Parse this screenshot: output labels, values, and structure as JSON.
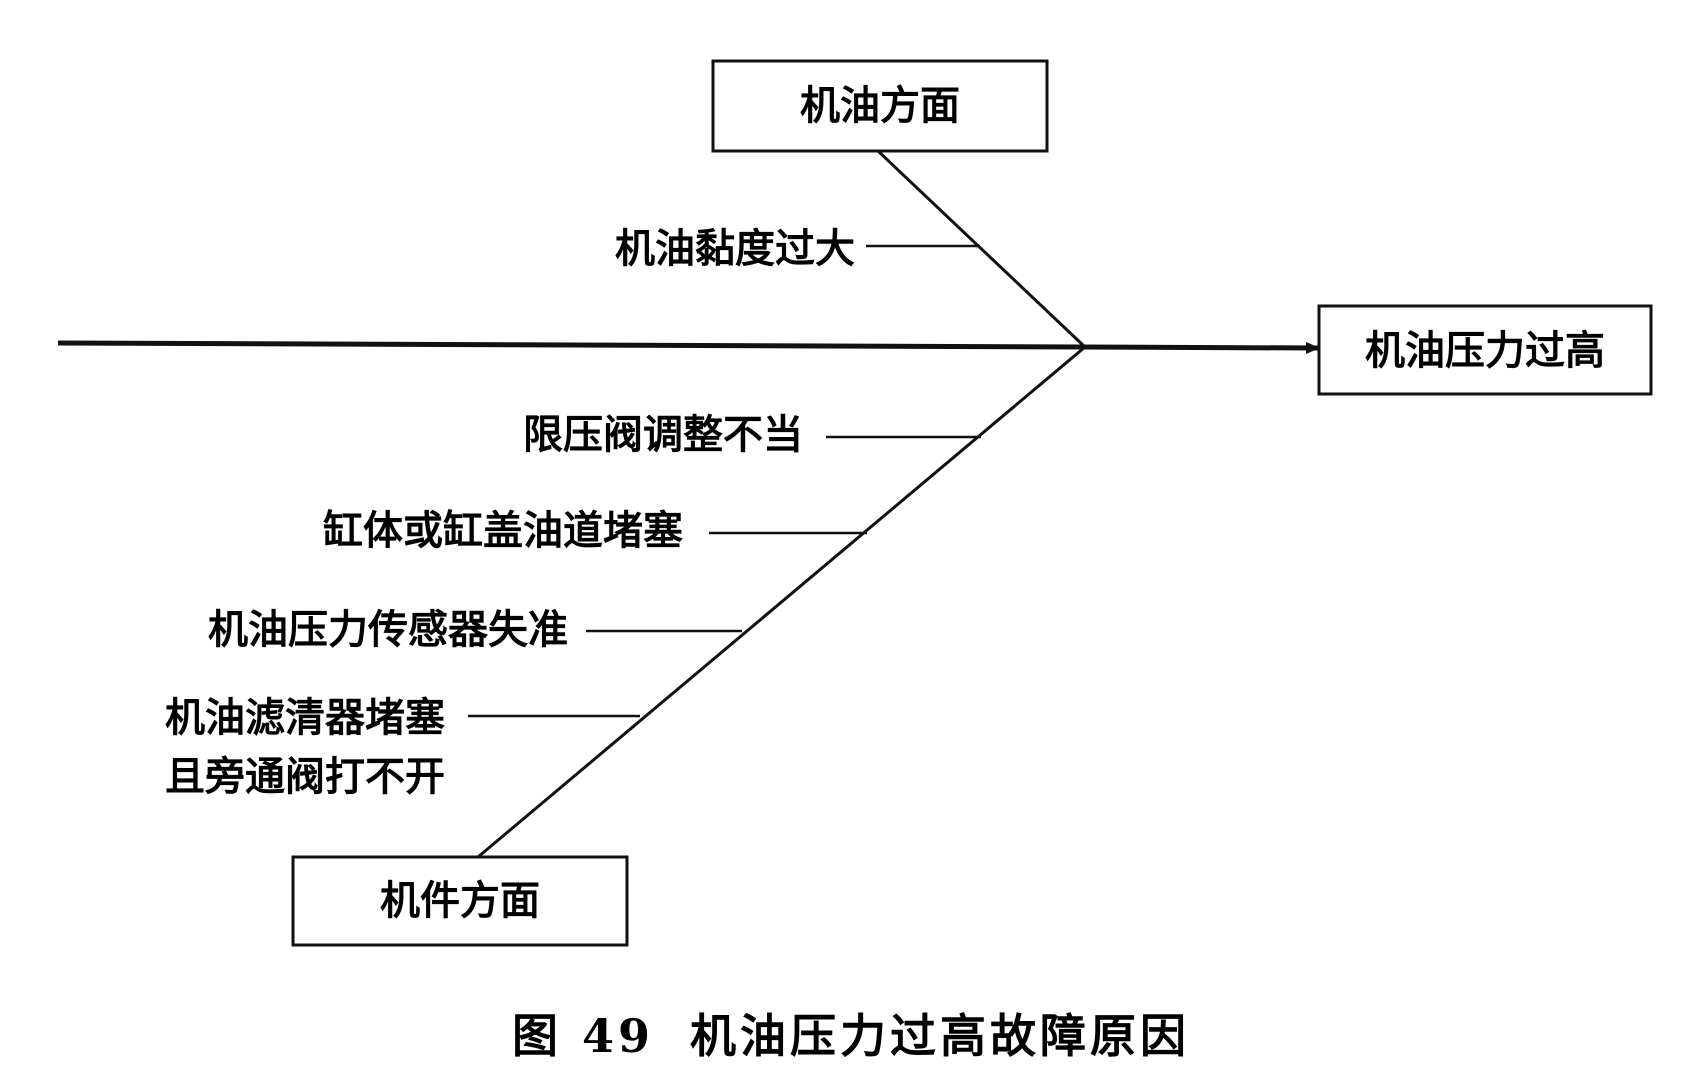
{
  "effect": {
    "label": "机油压力过高"
  },
  "categories": {
    "top": {
      "label": "机油方面",
      "causes": [
        "机油黏度过大"
      ]
    },
    "bottom": {
      "label": "机件方面",
      "causes": [
        "限压阀调整不当",
        "缸体或缸盖油道堵塞",
        "机油压力传感器失准",
        "机油滤清器堵塞",
        "且旁通阀打不开"
      ]
    }
  },
  "caption": {
    "figure_number": "图 49",
    "title": "机油压力过高故障原因"
  },
  "colors": {
    "line": "#111111",
    "text": "#111111",
    "background": "#ffffff"
  }
}
